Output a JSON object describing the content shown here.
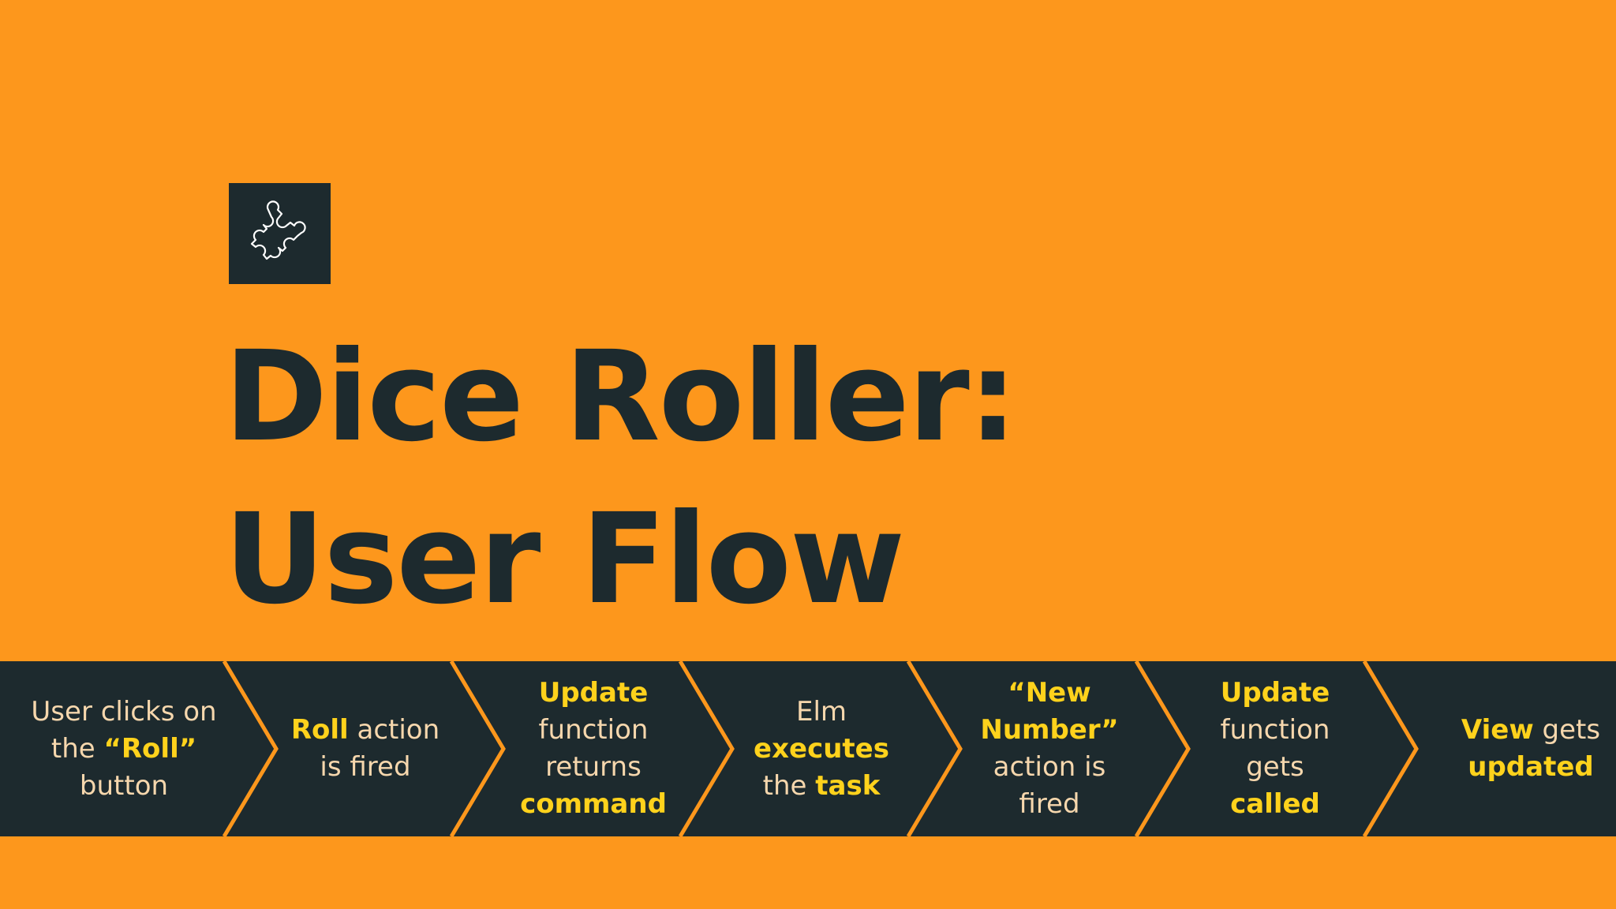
{
  "colors": {
    "background": "#FD971C",
    "dark": "#1D2A2E",
    "text": "#F6D7AD",
    "highlight": "#FFD21C"
  },
  "icon": "puzzle-piece-icon",
  "title": {
    "line1": "Dice Roller:",
    "line2": "User Flow"
  },
  "steps": [
    {
      "lines": [
        [
          {
            "t": "User clicks on",
            "hl": false
          }
        ],
        [
          {
            "t": "the ",
            "hl": false
          },
          {
            "t": "“Roll”",
            "hl": true
          },
          {
            "t": " button",
            "hl": false
          }
        ]
      ]
    },
    {
      "lines": [
        [
          {
            "t": "Roll",
            "hl": true
          },
          {
            "t": " action",
            "hl": false
          }
        ],
        [
          {
            "t": "is fired",
            "hl": false
          }
        ]
      ]
    },
    {
      "lines": [
        [
          {
            "t": "Update",
            "hl": true
          }
        ],
        [
          {
            "t": "function",
            "hl": false
          }
        ],
        [
          {
            "t": "returns",
            "hl": false
          }
        ],
        [
          {
            "t": "command",
            "hl": true
          }
        ]
      ]
    },
    {
      "lines": [
        [
          {
            "t": "Elm",
            "hl": false
          }
        ],
        [
          {
            "t": "executes",
            "hl": true
          }
        ],
        [
          {
            "t": "the ",
            "hl": false
          },
          {
            "t": "task",
            "hl": true
          }
        ]
      ]
    },
    {
      "lines": [
        [
          {
            "t": "“New",
            "hl": true
          }
        ],
        [
          {
            "t": "Number”",
            "hl": true
          }
        ],
        [
          {
            "t": "action is",
            "hl": false
          }
        ],
        [
          {
            "t": "fired",
            "hl": false
          }
        ]
      ]
    },
    {
      "lines": [
        [
          {
            "t": "Update",
            "hl": true
          }
        ],
        [
          {
            "t": "function",
            "hl": false
          }
        ],
        [
          {
            "t": "gets",
            "hl": false
          }
        ],
        [
          {
            "t": "called",
            "hl": true
          }
        ]
      ]
    },
    {
      "lines": [
        [
          {
            "t": "View",
            "hl": true
          },
          {
            "t": " gets",
            "hl": false
          }
        ],
        [
          {
            "t": "updated",
            "hl": true
          }
        ]
      ]
    }
  ]
}
